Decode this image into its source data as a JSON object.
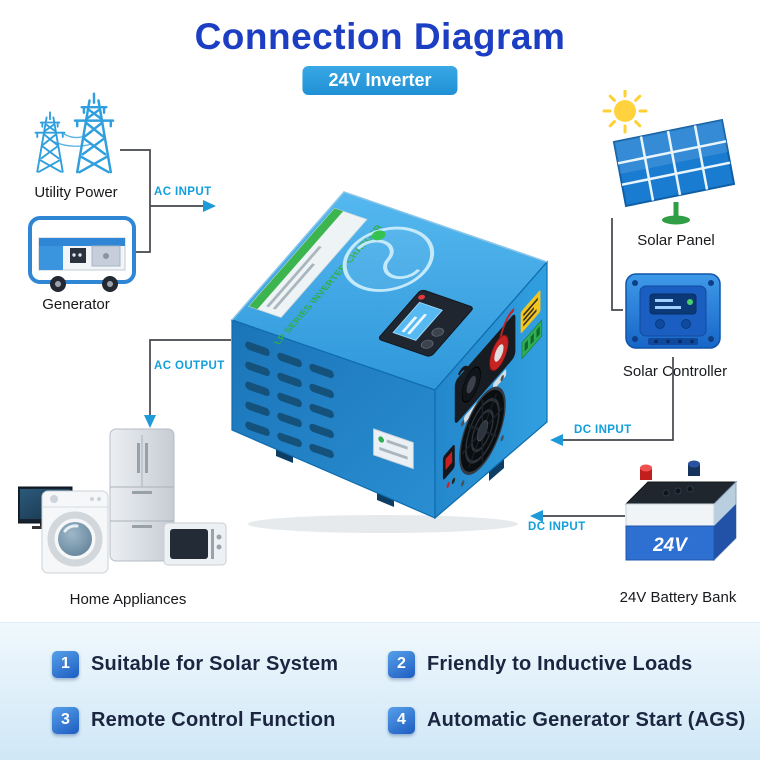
{
  "title": "Connection Diagram",
  "badge": "24V Inverter",
  "nodes": {
    "utility_power": "Utility Power",
    "generator": "Generator",
    "home_appliances": "Home Appliances",
    "solar_panel": "Solar Panel",
    "solar_controller": "Solar Controller",
    "battery_bank": "24V Battery Bank"
  },
  "labels": {
    "ac_input": "AC INPUT",
    "ac_output": "AC OUTPUT",
    "dc_input_controller": "DC INPUT",
    "dc_input_battery": "DC INPUT"
  },
  "inverter": {
    "top_text": "LP SERIES INVERTER CHARGER"
  },
  "battery": {
    "voltage": "24V"
  },
  "features": [
    {
      "num": "1",
      "text": "Suitable for Solar System"
    },
    {
      "num": "2",
      "text": "Friendly to Inductive Loads"
    },
    {
      "num": "3",
      "text": "Remote Control Function"
    },
    {
      "num": "4",
      "text": "Automatic Generator Start (AGS)"
    }
  ],
  "colors": {
    "title": "#1c3ec2",
    "badge": "#2496da",
    "connector_label": "#129fdc",
    "inverter_body": "#2f97da",
    "feature_text": "#1b2540",
    "feature_badge": "#2a66c6"
  }
}
